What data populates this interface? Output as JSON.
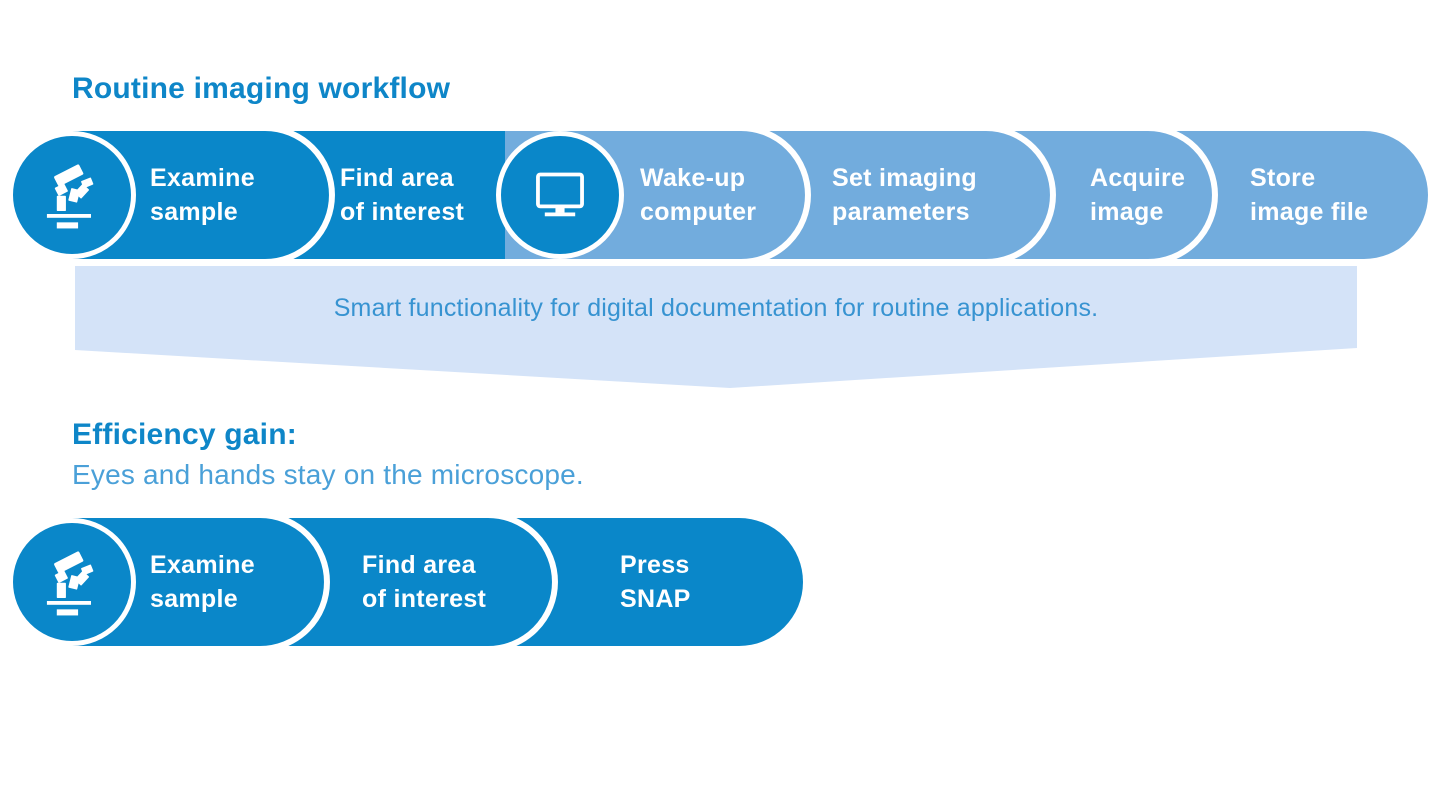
{
  "colors": {
    "primary_blue": "#0a87c9",
    "light_blue": "#72acdd",
    "banner_background": "#d4e3f8",
    "banner_text": "#3793d1",
    "heading_blue": "#0e86c8",
    "subtitle_blue": "#4aa0d8",
    "step_text": "#ffffff"
  },
  "routine": {
    "title": "Routine imaging workflow",
    "microscope_icon": "microscope-icon",
    "monitor_icon": "monitor-icon",
    "steps": [
      {
        "label": "Examine\nsample"
      },
      {
        "label": "Find area\nof interest"
      },
      {
        "label": "Wake-up\ncomputer"
      },
      {
        "label": "Set imaging\nparameters"
      },
      {
        "label": "Acquire\nimage"
      },
      {
        "label": "Store\nimage file"
      }
    ],
    "banner": "Smart functionality for digital documentation for routine applications."
  },
  "efficiency": {
    "title": "Efficiency gain:",
    "subtitle": "Eyes and hands stay on the microscope.",
    "microscope_icon": "microscope-icon",
    "steps": [
      {
        "label": "Examine\nsample"
      },
      {
        "label": "Find area\nof interest"
      },
      {
        "label": "Press\nSNAP"
      }
    ]
  }
}
